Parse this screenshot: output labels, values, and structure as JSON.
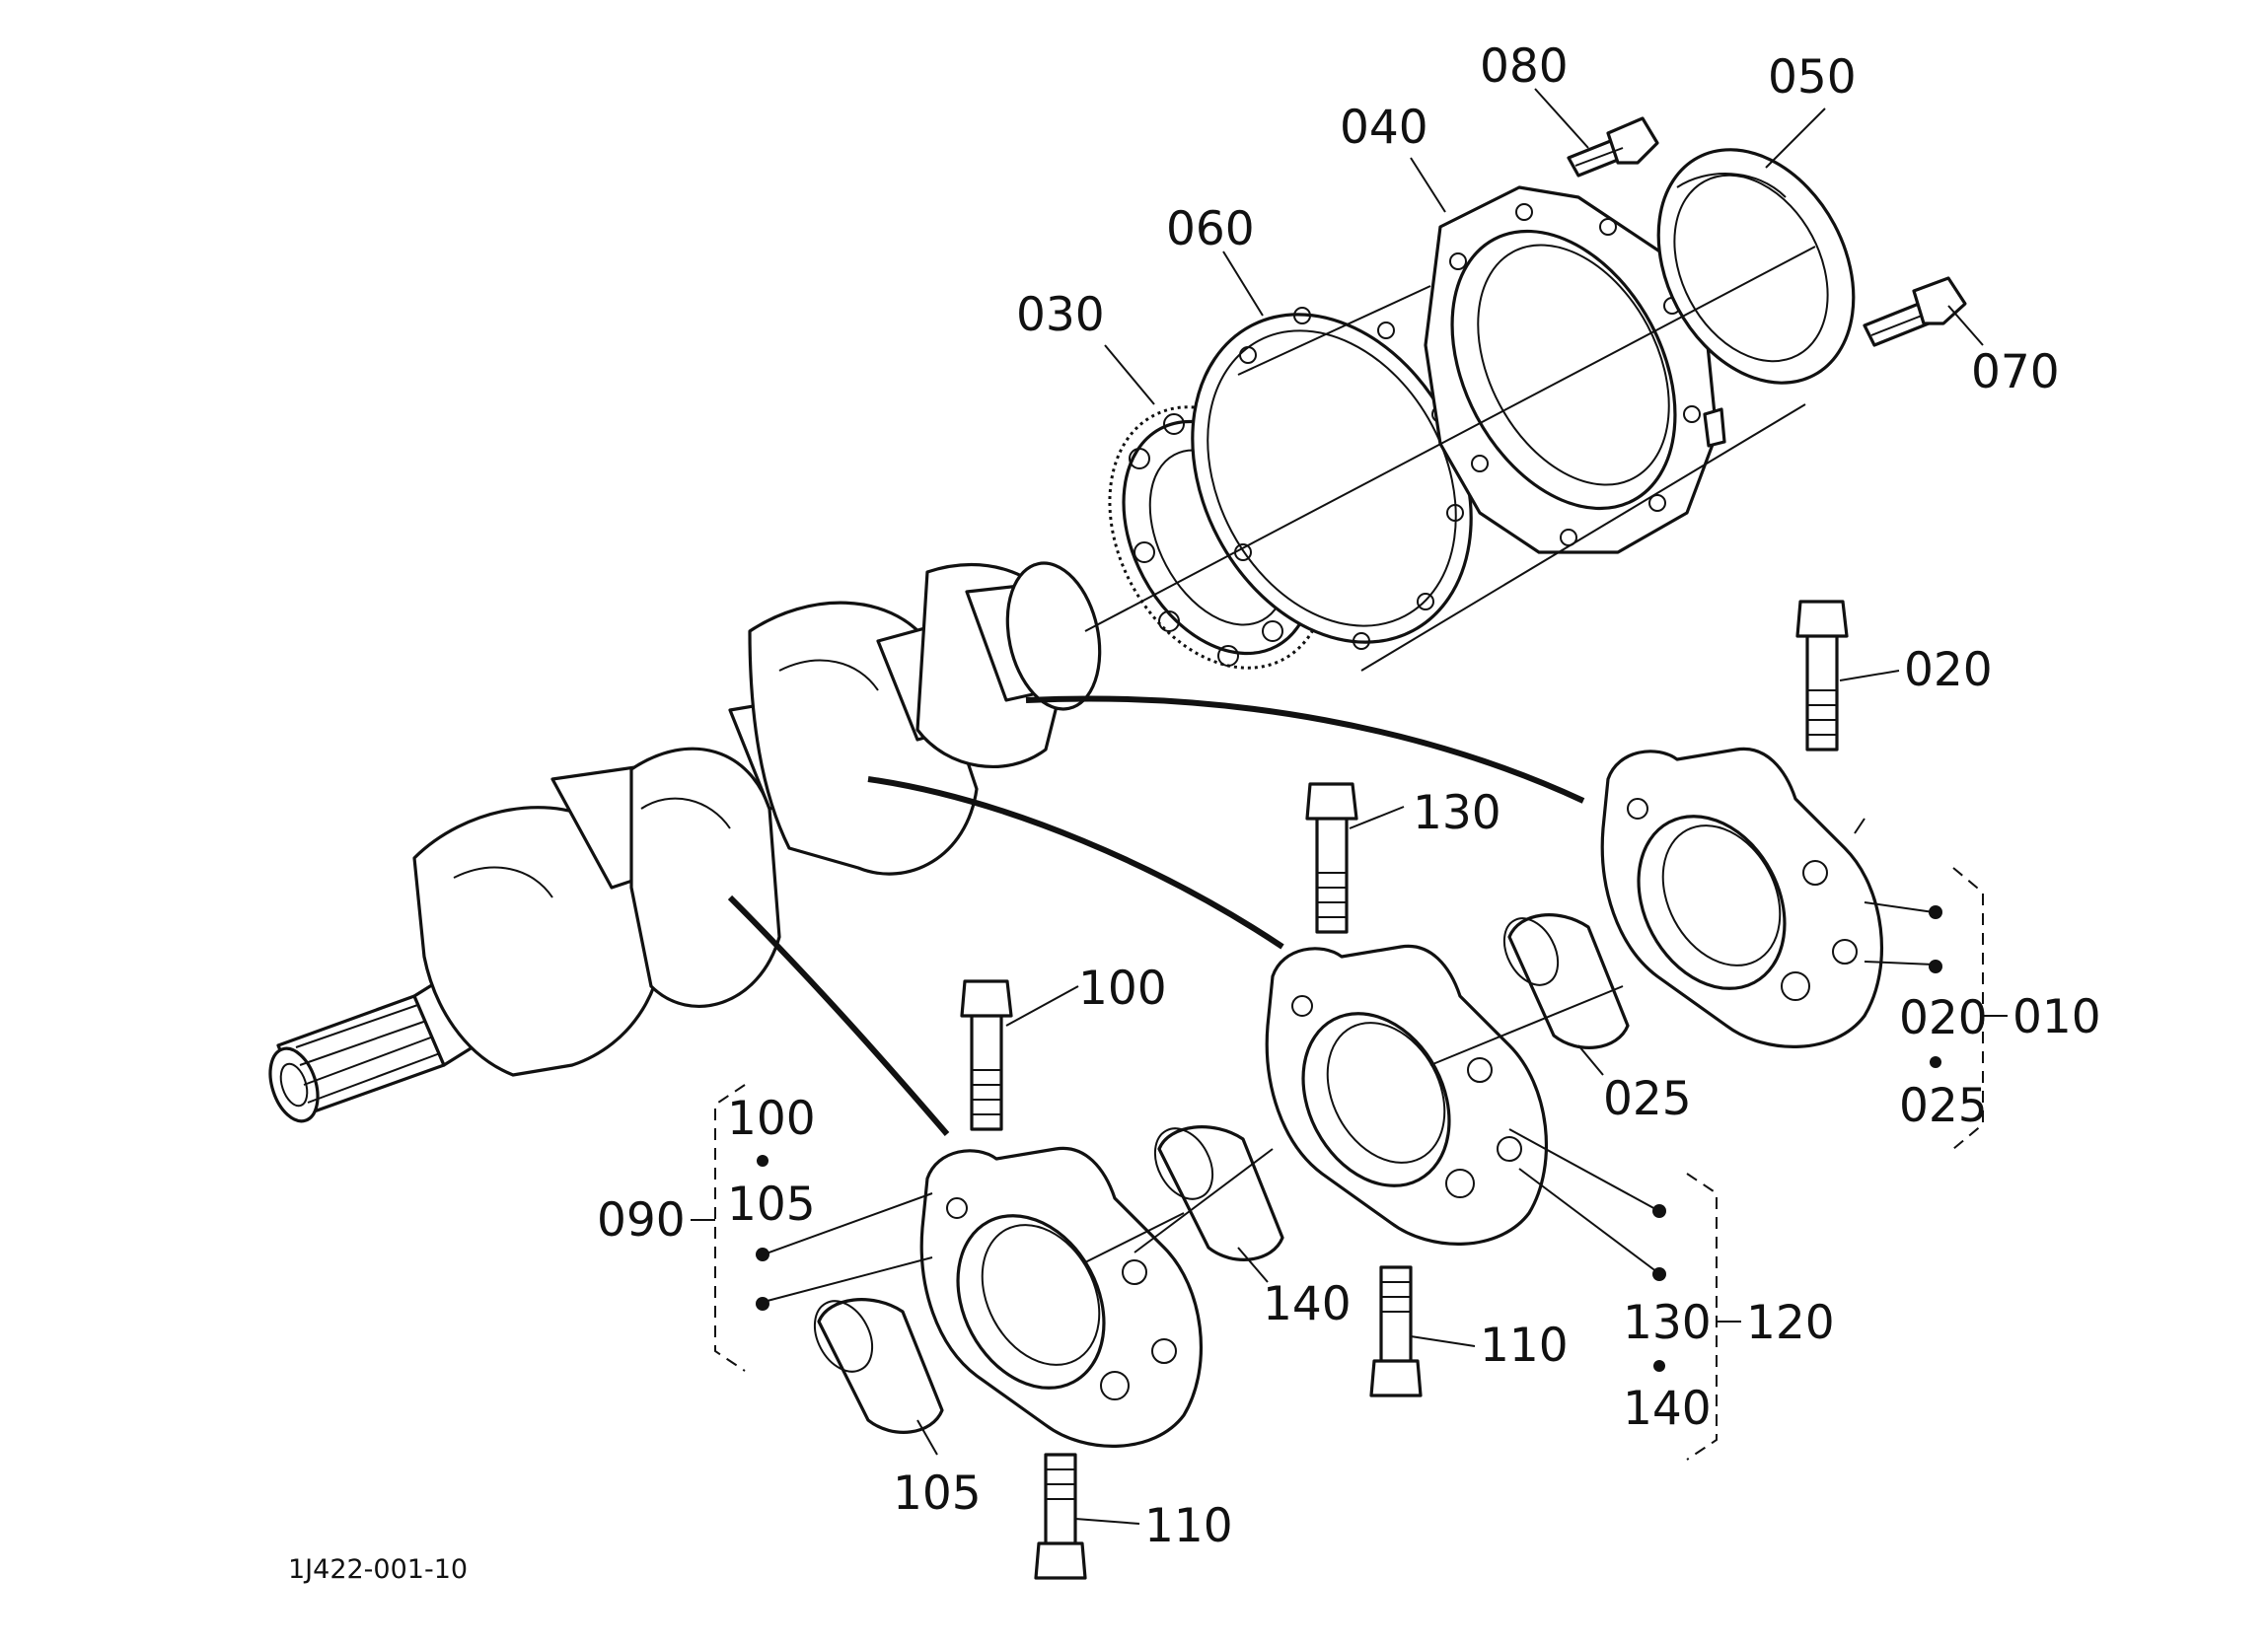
{
  "labels": {
    "l080": "080",
    "l050": "050",
    "l040": "040",
    "l060": "060",
    "l030": "030",
    "l070": "070",
    "l020_top": "020",
    "l130_top": "130",
    "l100_top": "100",
    "l010": "010",
    "l020_group": "020",
    "l025_group": "025",
    "l025_part": "025",
    "l100_group": "100",
    "l105_group": "105",
    "l090": "090",
    "l140_part": "140",
    "l110_mid": "110",
    "l130_group": "130",
    "l120": "120",
    "l140_group": "140",
    "l105_part": "105",
    "l110_bottom": "110"
  },
  "drawing_code": "1J422-001-10",
  "icons": {
    "crankshaft": "crankshaft-icon",
    "oil_seal": "oil-seal-icon",
    "bearing_case": "bearing-case-icon",
    "gasket": "gasket-icon",
    "bolt": "bolt-icon",
    "bearing_housing": "main-bearing-housing-icon",
    "bushing": "bearing-bushing-icon"
  }
}
